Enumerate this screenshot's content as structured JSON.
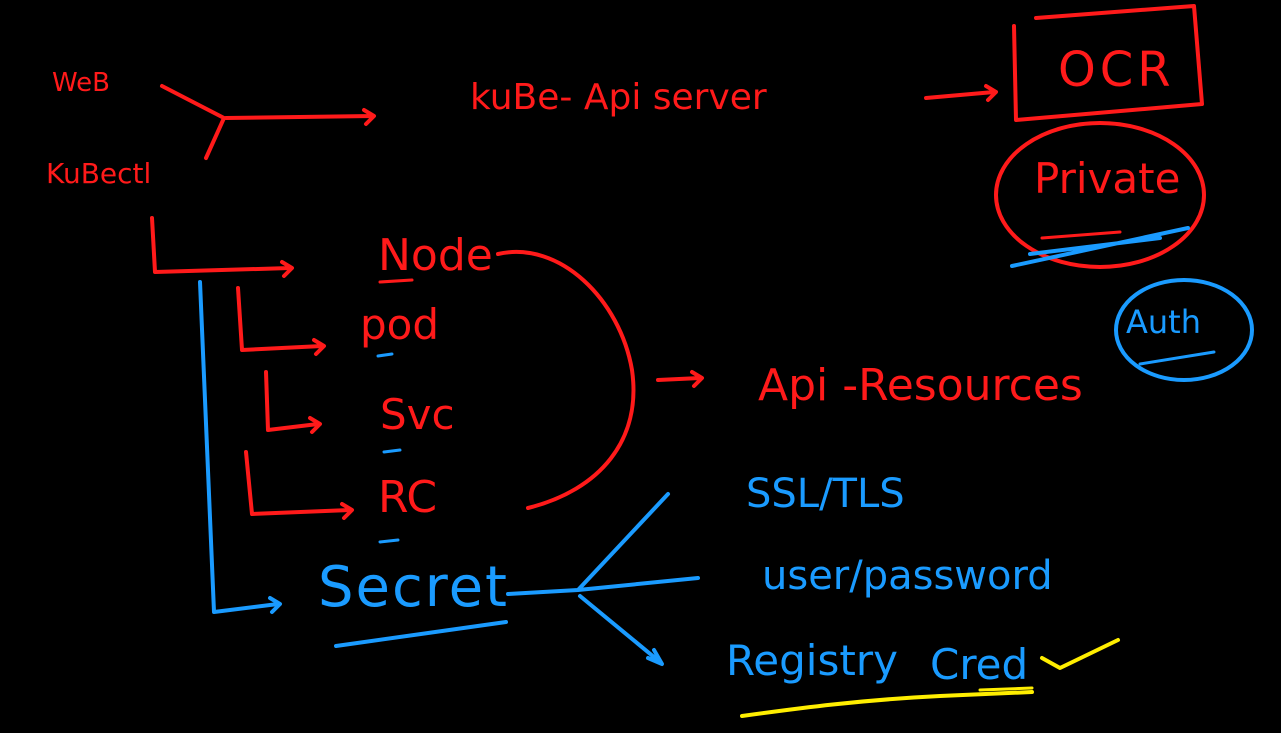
{
  "colors": {
    "red": "#ff1a1a",
    "blue": "#1a9bff",
    "yellow": "#ffee00",
    "background": "#000000"
  },
  "labels": {
    "web": "WeB",
    "kubectl": "KuBectl",
    "kube_apiserver": "kuBe- Api server",
    "ocr": "OCR",
    "private": "Private",
    "auth": "Auth",
    "node": "Node",
    "pod": "pod",
    "svc": "Svc",
    "rc": "RC",
    "secret": "Secret",
    "api_resources": "Api -Resources",
    "ssl_tls": "SSL/TLS",
    "user_password": "user/password",
    "registry": "Registry",
    "cred": "Cred"
  },
  "checkmark_icon": "check-icon"
}
